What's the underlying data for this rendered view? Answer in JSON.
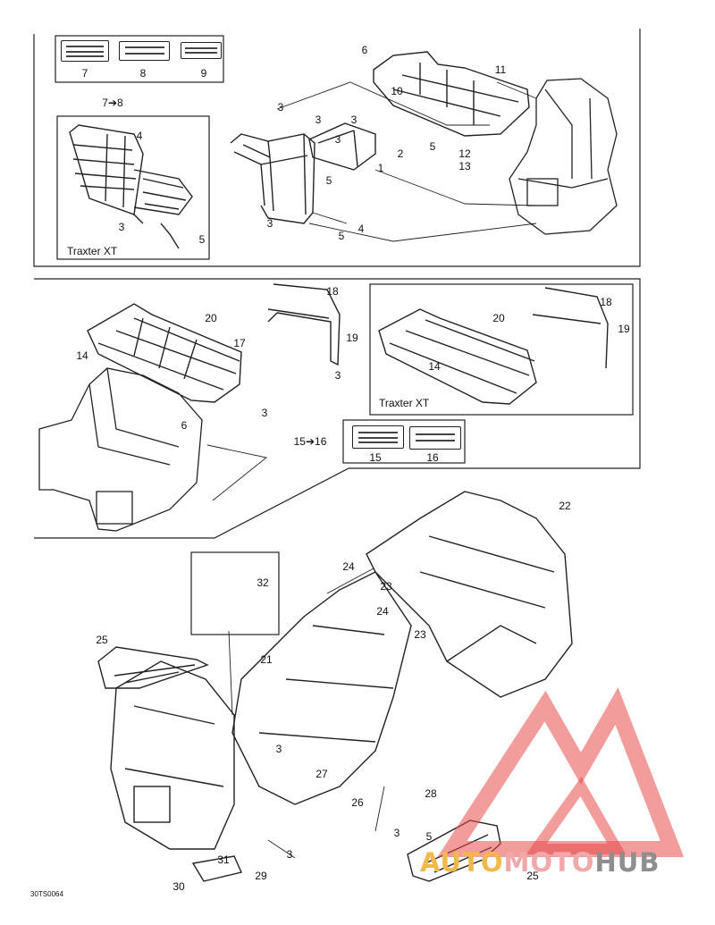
{
  "diagram": {
    "panel_top": {
      "traxter_label": "Traxter XT",
      "ref_label": "7➔8"
    },
    "panel_mid": {
      "traxter_label": "Traxter XT",
      "ref_label": "15➔16"
    },
    "decals": {
      "top": [
        "7",
        "8",
        "9"
      ],
      "mid": [
        "15",
        "16"
      ]
    },
    "part_numbers_top": [
      "6",
      "11",
      "10",
      "3",
      "3",
      "3",
      "3",
      "2",
      "5",
      "12",
      "13",
      "1",
      "5",
      "4",
      "4",
      "3",
      "5",
      "3",
      "5"
    ],
    "part_numbers_mid": [
      "18",
      "20",
      "19",
      "14",
      "17",
      "3",
      "3",
      "6",
      "18",
      "20",
      "19",
      "14"
    ],
    "part_numbers_bottom": [
      "22",
      "24",
      "23",
      "32",
      "24",
      "23",
      "25",
      "21",
      "3",
      "27",
      "28",
      "26",
      "3",
      "5",
      "3",
      "31",
      "29",
      "30",
      "25"
    ],
    "drawing_code": "30TS0064"
  },
  "logo": {
    "part1": "AUTO",
    "part2": "MOTO",
    "part3": "HUB",
    "colors": [
      "#f1b84a",
      "#f0a8a8",
      "#8e8e8e",
      "#e84a4a"
    ]
  }
}
